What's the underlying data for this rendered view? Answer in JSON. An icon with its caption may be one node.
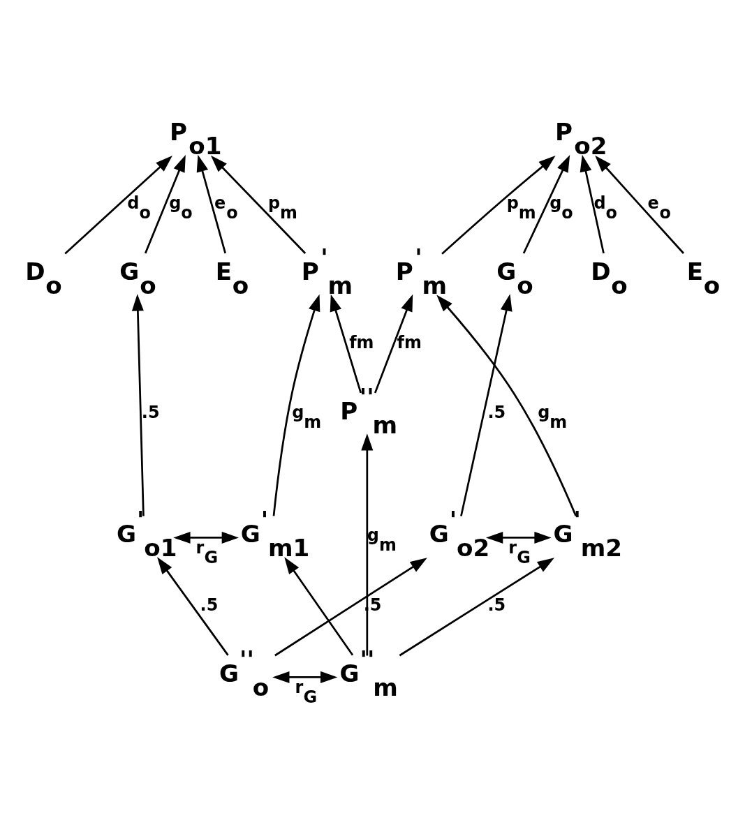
{
  "diagram": {
    "nodes": [
      {
        "text": [
          "P$_{o1}$"
        ]
      },
      {
        "text": [
          "P$_{o2}$"
        ]
      },
      {
        "text": [
          "E$_{o}$"
        ]
      },
      {
        "text": [
          "D$_{o}$"
        ]
      },
      {
        "text": [
          "G$_{o}$"
        ]
      },
      {
        "text": [
          "P$^{'}$$_{m}$"
        ]
      },
      {
        "text": [
          "G$_{o}$"
        ]
      },
      {
        "text": [
          "P$^{'}$$_{m}$"
        ]
      },
      {
        "text": [
          "D$_{o}$"
        ]
      },
      {
        "text": [
          "E$_{o}$"
        ]
      },
      {
        "text": [
          "P$^{''}$$_{m}$"
        ]
      },
      {
        "text": [
          "G$^{'}$$_{o1}$"
        ]
      },
      {
        "text": [
          "G$^{'}$$_{m1}$"
        ]
      },
      {
        "text": [
          "G$^{'}$$_{o2}$"
        ]
      },
      {
        "text": [
          "G$^{'}$$_{m2}$"
        ]
      },
      {
        "text": [
          "G$^{''}$$_{o}$"
        ]
      },
      {
        "text": [
          "G$^{''}$$_{m}$"
        ]
      }
    ],
    "edges": [
      {
        "from": 2,
        "to": 0,
        "arrow": "to",
        "label": "e$_{o}$"
      },
      {
        "from": 3,
        "to": 0,
        "arrow": "to",
        "label": "d$_{o}$"
      },
      {
        "from": 4,
        "to": 0,
        "arrow": "to",
        "label": "g$_{o}$"
      },
      {
        "from": 5,
        "to": 0,
        "arrow": "to",
        "label": "p$_{m}$"
      },
      {
        "from": 6,
        "to": 1,
        "arrow": "to",
        "label": "g$_{o}$"
      },
      {
        "from": 7,
        "to": 1,
        "arrow": "to",
        "label": "p$_{m}$"
      },
      {
        "from": 8,
        "to": 1,
        "arrow": "to",
        "label": "d$_{o}$"
      },
      {
        "from": 9,
        "to": 1,
        "arrow": "to",
        "label": "e$_{o}$"
      },
      {
        "from": 11,
        "to": 4,
        "arrow": "to",
        "label": ".5"
      },
      {
        "from": 12,
        "to": 5,
        "arrow": "to",
        "label": "g$_{m}$"
      },
      {
        "from": 10,
        "to": 5,
        "arrow": "to",
        "label": "fm"
      },
      {
        "from": 13,
        "to": 6,
        "arrow": "to",
        "label": ".5"
      },
      {
        "from": 10,
        "to": 7,
        "arrow": "to",
        "label": "fm"
      },
      {
        "from": 14,
        "to": 7,
        "arrow": "to",
        "label": "g$_{m}$"
      },
      {
        "from": 16,
        "to": 10,
        "arrow": "to",
        "label": "g$_{m}$"
      },
      {
        "from": 11,
        "to": 12,
        "arrow": "both",
        "label": "r$_{G}$"
      },
      {
        "from": 13,
        "to": 14,
        "arrow": "both",
        "label": "r$_{G}$"
      },
      {
        "from": 15,
        "to": 11,
        "arrow": "to",
        "label": ".5"
      },
      {
        "from": 16,
        "to": 12,
        "arrow": "to"
      },
      {
        "from": 15,
        "to": 13,
        "arrow": "to",
        "label": ".5"
      },
      {
        "from": 16,
        "to": 14,
        "arrow": "to",
        "label": ".5"
      },
      {
        "from": 15,
        "to": 16,
        "arrow": "both",
        "label": "r$_{G}$"
      }
    ]
  }
}
